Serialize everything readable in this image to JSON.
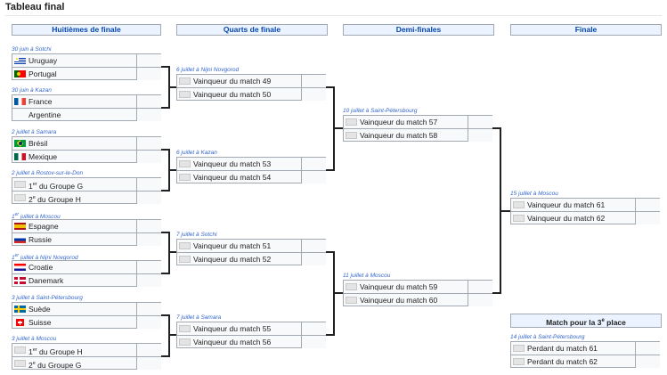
{
  "page_title": "Tableau final",
  "rounds": {
    "r16": "Huitièmes de finale",
    "qf": "Quarts de finale",
    "sf": "Demi-finales",
    "final": "Finale"
  },
  "third_place": {
    "pre": "Match pour la 3",
    "sup": "e",
    "post": " place"
  },
  "matches": {
    "r16_1": {
      "date": "30 juin à Sotchi",
      "team1": "Uruguay",
      "team2": "Portugal"
    },
    "r16_2": {
      "date": "30 juin à Kazan",
      "team1": "France",
      "team2": "Argentine"
    },
    "r16_3": {
      "date": "2 juillet à Samara",
      "team1": "Brésil",
      "team2": "Mexique"
    },
    "r16_4": {
      "date": "2 juillet à Rostov-sur-le-Don",
      "team1": {
        "pre": "1",
        "sup": "er",
        "post": " du Groupe G"
      },
      "team2": {
        "pre": "2",
        "sup": "e",
        "post": " du Groupe H"
      }
    },
    "r16_5": {
      "date": {
        "pre": "1",
        "sup": "er",
        "post": " juillet à Moscou"
      },
      "team1": "Espagne",
      "team2": "Russie"
    },
    "r16_6": {
      "date": {
        "pre": "1",
        "sup": "er",
        "post": " juillet à Nijni Novgorod"
      },
      "team1": "Croatie",
      "team2": "Danemark"
    },
    "r16_7": {
      "date": "3 juillet à Saint-Pétersbourg",
      "team1": "Suède",
      "team2": "Suisse"
    },
    "r16_8": {
      "date": "3 juillet à Moscou",
      "team1": {
        "pre": "1",
        "sup": "er",
        "post": " du Groupe H"
      },
      "team2": {
        "pre": "2",
        "sup": "e",
        "post": " du Groupe G"
      }
    },
    "qf_1": {
      "date": "6 juillet à Nijni Novgorod",
      "team1": "Vainqueur du match 49",
      "team2": "Vainqueur du match 50"
    },
    "qf_2": {
      "date": "6 juillet à Kazan",
      "team1": "Vainqueur du match 53",
      "team2": "Vainqueur du match 54"
    },
    "qf_3": {
      "date": "7 juillet à Sotchi",
      "team1": "Vainqueur du match 51",
      "team2": "Vainqueur du match 52"
    },
    "qf_4": {
      "date": "7 juillet à Samara",
      "team1": "Vainqueur du match 55",
      "team2": "Vainqueur du match 56"
    },
    "sf_1": {
      "date": "10 juillet à Saint-Pétersbourg",
      "team1": "Vainqueur du match 57",
      "team2": "Vainqueur du match 58"
    },
    "sf_2": {
      "date": "11 juillet à Moscou",
      "team1": "Vainqueur du match 59",
      "team2": "Vainqueur du match 60"
    },
    "final": {
      "date": "15 juillet à Moscou",
      "team1": "Vainqueur du match 61",
      "team2": "Vainqueur du match 62"
    },
    "third": {
      "date": "14 juillet à Saint-Pétersbourg",
      "team1": "Perdant du match 61",
      "team2": "Perdant du match 62"
    }
  },
  "flag_icons": {
    "uruguay": "uruguay-flag-icon",
    "portugal": "portugal-flag-icon",
    "france": "france-flag-icon",
    "argentine": "argentina-flag-icon",
    "bresil": "brazil-flag-icon",
    "mexique": "mexico-flag-icon",
    "espagne": "spain-flag-icon",
    "russie": "russia-flag-icon",
    "croatie": "croatia-flag-icon",
    "danemark": "denmark-flag-icon",
    "suede": "sweden-flag-icon",
    "suisse": "switzerland-flag-icon"
  },
  "colors": {
    "header_bg": "#eaf3ff",
    "header_text": "#0645ad",
    "date_text": "#3366cc",
    "border": "#a2a9b1",
    "cell_bg": "#f8f9fa"
  }
}
